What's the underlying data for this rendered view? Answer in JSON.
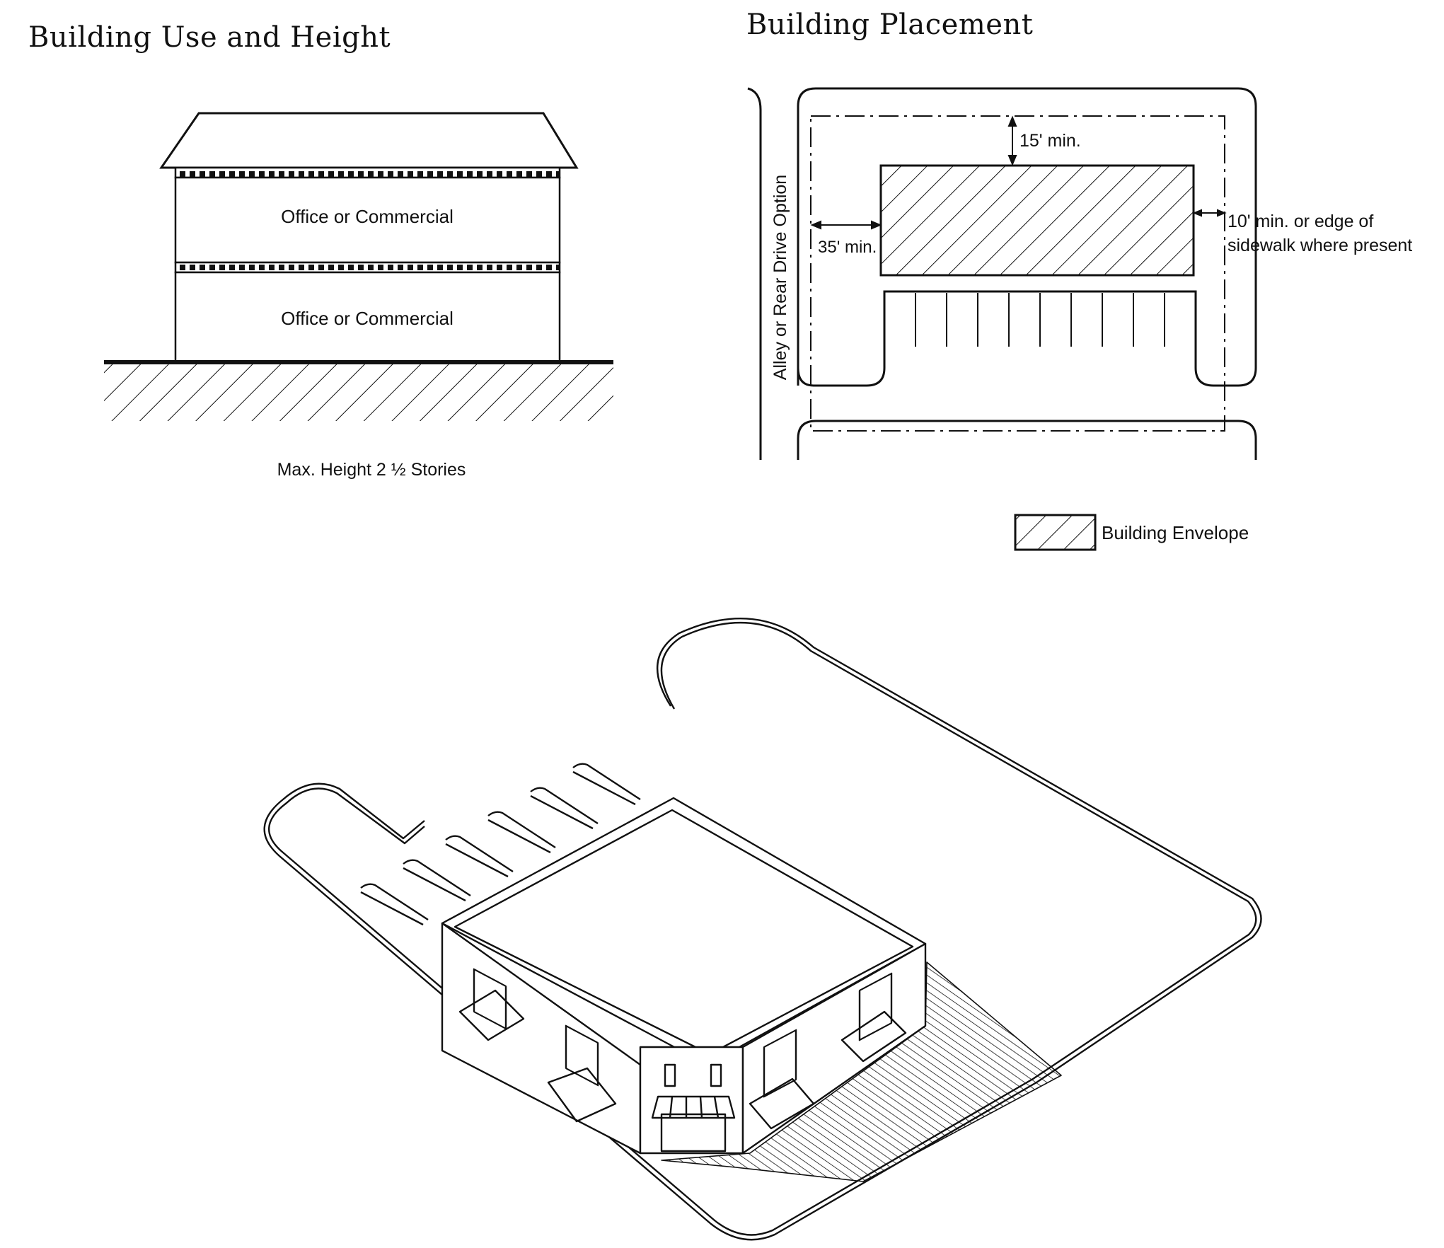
{
  "left_panel": {
    "title": "Building Use and Height",
    "floors": [
      {
        "label": "Office or Commercial"
      },
      {
        "label": "Office or Commercial"
      }
    ],
    "caption": "Max. Height 2 ½ Stories"
  },
  "right_panel": {
    "title": "Building Placement",
    "alley_label": "Alley or Rear Drive Option",
    "setbacks": {
      "front": "15' min.",
      "rear": "35' min.",
      "side_line1": "10' min. or edge of",
      "side_line2": "sidewalk where present"
    },
    "parking_stall_dividers": 9,
    "legend": {
      "label": "Building Envelope",
      "pattern": "diagonal-hatch"
    }
  },
  "perspective": {
    "subject": "perspective sketch of two-story corner building with parking area"
  },
  "colors": {
    "ink": "#111111",
    "paper": "#ffffff"
  }
}
